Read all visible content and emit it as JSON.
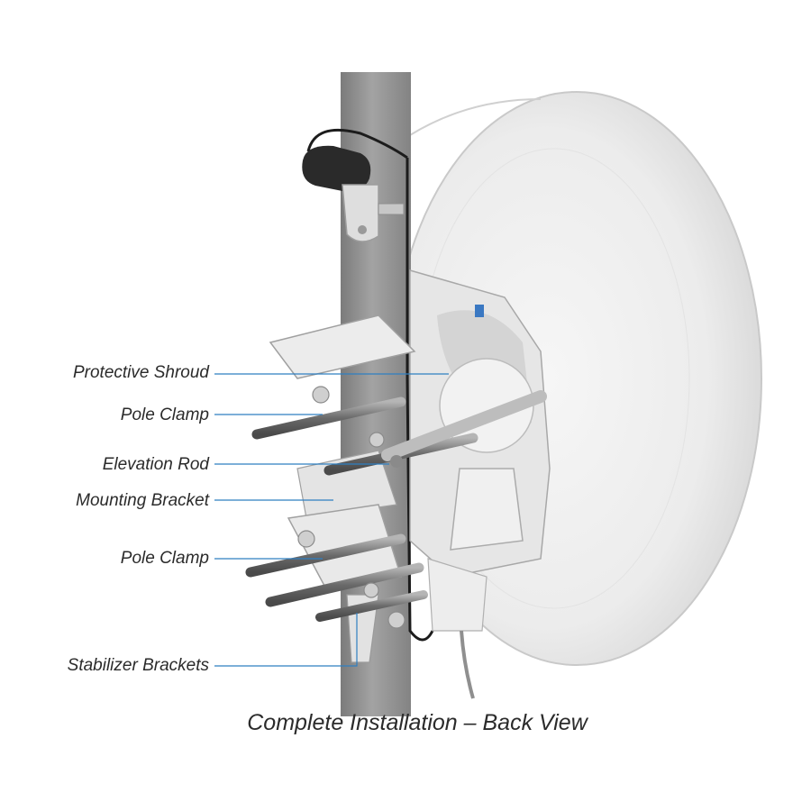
{
  "callouts": [
    "Protective Shroud",
    "Pole Clamp",
    "Elevation Rod",
    "Mounting Bracket",
    "Pole Clamp",
    "Stabilizer Brackets"
  ],
  "caption": "Complete Installation – Back View",
  "colors": {
    "leader_line": "#2f7fc1",
    "pole": "#8d8d8d",
    "dish": "#eeeeee",
    "bracket": "#e2e2e2",
    "text": "#2b2b2b"
  }
}
